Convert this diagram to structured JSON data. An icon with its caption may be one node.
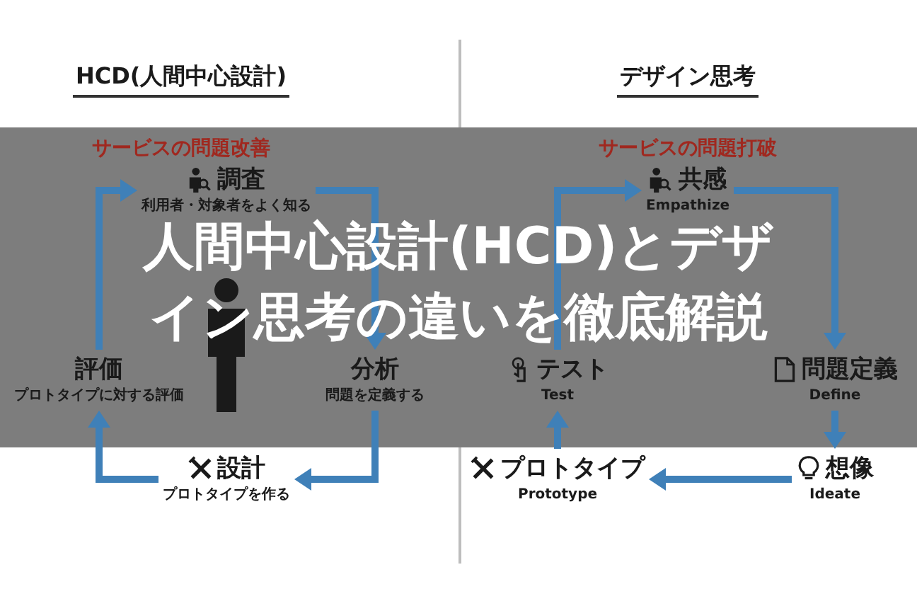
{
  "diagram": {
    "title": "人間中心設計(HCD)とデザイン思考の違いを徹底解説",
    "nodes": [
      {
        "text": [
          "調査",
          "利用者・対象者をよく知る"
        ]
      },
      {
        "text": [
          "分析",
          "問題を定義する"
        ]
      },
      {
        "text": [
          "設計",
          "プロトタイプを作る"
        ]
      },
      {
        "text": [
          "評価",
          "プロトタイプに対する評価"
        ]
      },
      {
        "text": [
          "共感",
          "Empathize"
        ]
      },
      {
        "text": [
          "問題定義",
          "Define"
        ]
      },
      {
        "text": [
          "想像",
          "Ideate"
        ]
      },
      {
        "text": [
          "プロトタイプ",
          "Prototype"
        ]
      },
      {
        "text": [
          "テスト",
          "Test"
        ]
      }
    ],
    "edges": [
      {
        "from": 0,
        "to": 1,
        "arrow": "to"
      },
      {
        "from": 1,
        "to": 2,
        "arrow": "to"
      },
      {
        "from": 2,
        "to": 3,
        "arrow": "to"
      },
      {
        "from": 3,
        "to": 0,
        "arrow": "to"
      },
      {
        "from": 4,
        "to": 5,
        "arrow": "to"
      },
      {
        "from": 5,
        "to": 6,
        "arrow": "to"
      },
      {
        "from": 6,
        "to": 7,
        "arrow": "to"
      },
      {
        "from": 7,
        "to": 8,
        "arrow": "to"
      },
      {
        "from": 8,
        "to": 4,
        "arrow": "to"
      }
    ],
    "labels": [
      "HCD(人間中心設計)",
      "サービスの問題改善",
      "デザイン思考",
      "サービスの問題打破"
    ]
  }
}
